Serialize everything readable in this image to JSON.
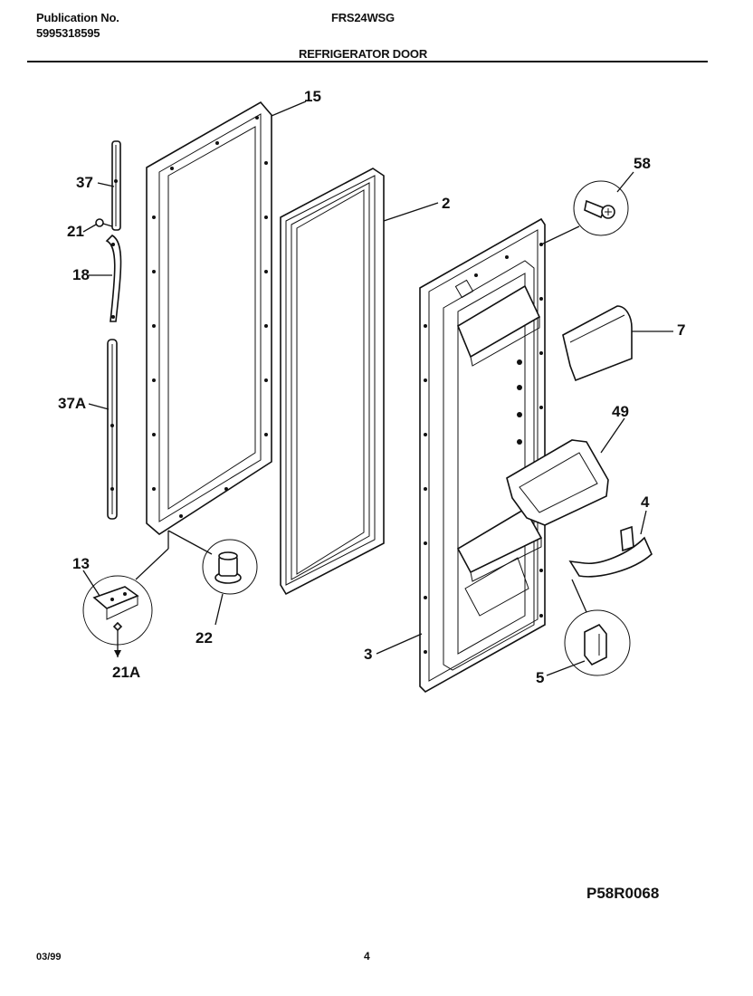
{
  "header": {
    "publication_label": "Publication No.",
    "publication_number": "5995318595",
    "model": "FRS24WSG",
    "section_title": "REFRIGERATOR DOOR"
  },
  "callouts": {
    "c15": "15",
    "c37": "37",
    "c21": "21",
    "c18": "18",
    "c37a": "37A",
    "c13": "13",
    "c21a": "21A",
    "c22": "22",
    "c2": "2",
    "c58": "58",
    "c7": "7",
    "c49": "49",
    "c4": "4",
    "c3": "3",
    "c5": "5"
  },
  "diagram_code": "P58R0068",
  "footer": {
    "date": "03/99",
    "page": "4"
  }
}
